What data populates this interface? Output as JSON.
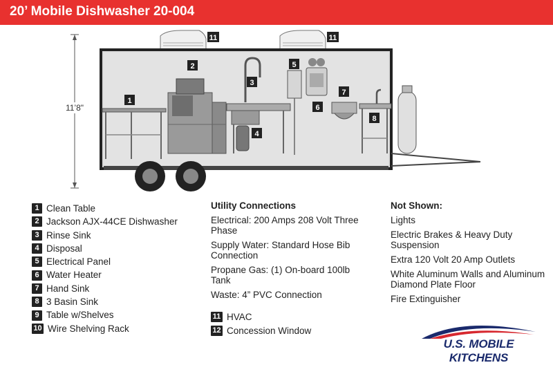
{
  "header": {
    "title": "20’ Mobile Dishwasher 20-004"
  },
  "dimension_label": "11’8\"",
  "callouts": [
    "1",
    "2",
    "3",
    "4",
    "5",
    "6",
    "7",
    "8",
    "11",
    "11"
  ],
  "legend": [
    {
      "num": "1",
      "label": "Clean Table"
    },
    {
      "num": "2",
      "label": "Jackson AJX-44CE Dishwasher"
    },
    {
      "num": "3",
      "label": "Rinse Sink"
    },
    {
      "num": "4",
      "label": "Disposal"
    },
    {
      "num": "5",
      "label": "Electrical Panel"
    },
    {
      "num": "6",
      "label": "Water Heater"
    },
    {
      "num": "7",
      "label": "Hand Sink"
    },
    {
      "num": "8",
      "label": "3 Basin Sink"
    },
    {
      "num": "9",
      "label": "Table w/Shelves"
    },
    {
      "num": "10",
      "label": "Wire Shelving Rack"
    }
  ],
  "utility": {
    "heading": "Utility Connections",
    "items": [
      "Electrical: 200 Amps 208 Volt Three Phase",
      "Supply Water: Standard Hose Bib Connection",
      "Propane Gas: (1) On-board 100lb Tank",
      "Waste: 4” PVC Connection"
    ],
    "extra": [
      {
        "num": "11",
        "label": "HVAC"
      },
      {
        "num": "12",
        "label": "Concession Window"
      }
    ]
  },
  "not_shown": {
    "heading": "Not Shown:",
    "items": [
      "Lights",
      "Electric Brakes & Heavy Duty Suspension",
      "Extra 120 Volt 20 Amp Outlets",
      "White Aluminum Walls and Aluminum Diamond Plate Floor",
      "Fire Extinguisher"
    ]
  },
  "logo": {
    "text": "U.S. MOBILE KITCHENS",
    "colors": {
      "red": "#d7282f",
      "blue": "#1a2a6c"
    }
  }
}
